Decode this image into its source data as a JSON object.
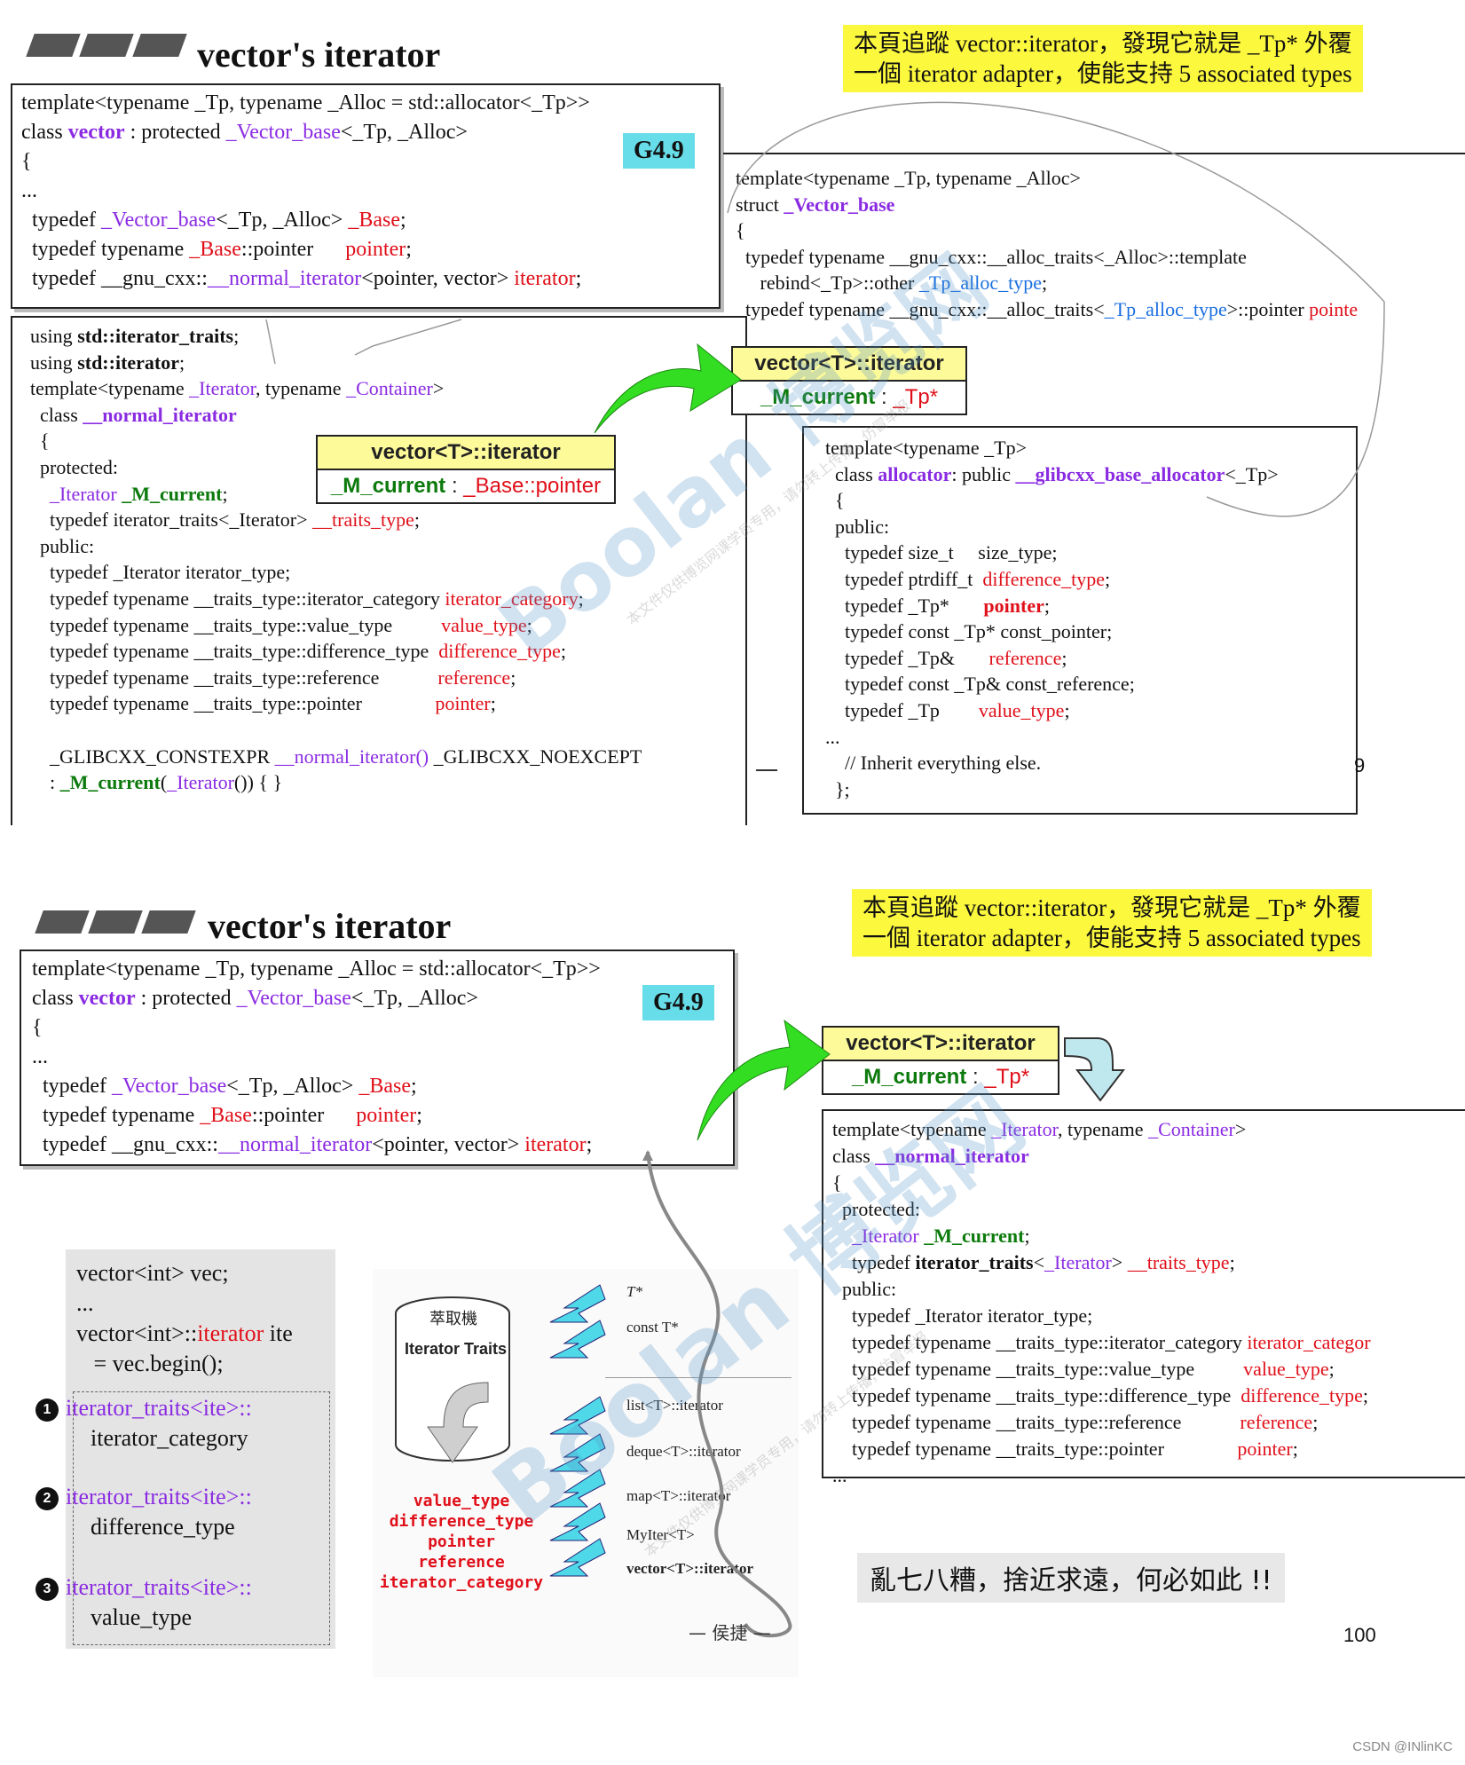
{
  "slide1": {
    "title": "vector's iterator",
    "note_line1": "本頁追蹤 vector::iterator，發現它就是 _Tp* 外覆",
    "note_line2": "一個 iterator adapter，使能支持 5 associated types",
    "badge": "G4.9",
    "vector_code": [
      "template<typename _Tp, typename _Alloc = std::allocator<_Tp>>",
      "class vector : protected _Vector_base<_Tp, _Alloc>",
      "{",
      "...",
      "  typedef _Vector_base<_Tp, _Alloc> _Base;",
      "  typedef typename _Base::pointer      pointer;",
      "  typedef __gnu_cxx::__normal_iterator<pointer, vector> iterator;"
    ],
    "vector_base_code": [
      "template<typename _Tp, typename _Alloc>",
      "struct _Vector_base",
      "{",
      "  typedef typename __gnu_cxx::__alloc_traits<_Alloc>::template",
      "     rebind<_Tp>::other _Tp_alloc_type;",
      "  typedef typename __gnu_cxx::__alloc_traits<_Tp_alloc_type>::pointer pointe"
    ],
    "normal_iterator_code": [
      "using std::iterator_traits;",
      "using std::iterator;",
      "template<typename _Iterator, typename _Container>",
      "  class __normal_iterator",
      "  {",
      "  protected:",
      "    _Iterator _M_current;",
      "    typedef iterator_traits<_Iterator> __traits_type;",
      "  public:",
      "    typedef _Iterator iterator_type;",
      "    typedef typename __traits_type::iterator_category iterator_category;",
      "    typedef typename __traits_type::value_type          value_type;",
      "    typedef typename __traits_type::difference_type  difference_type;",
      "    typedef typename __traits_type::reference            reference;",
      "    typedef typename __traits_type::pointer               pointer;",
      "",
      "    _GLIBCXX_CONSTEXPR __normal_iterator() _GLIBCXX_NOEXCEPT",
      "    : _M_current(_Iterator()) { }"
    ],
    "allocator_code": [
      "template<typename _Tp>",
      "  class allocator: public __glibcxx_base_allocator<_Tp>",
      "  {",
      "  public:",
      "    typedef size_t     size_type;",
      "    typedef ptrdiff_t  difference_type;",
      "    typedef _Tp*       pointer;",
      "    typedef const _Tp* const_pointer;",
      "    typedef _Tp&       reference;",
      "    typedef const _Tp& const_reference;",
      "    typedef _Tp        value_type;",
      "...",
      "    // Inherit everything else.",
      "  };"
    ],
    "iter_box_a_head": "vector<T>::iterator",
    "iter_box_a_body_field": "_M_current",
    "iter_box_a_body_type": "_Base::pointer",
    "iter_box_b_head": "vector<T>::iterator",
    "iter_box_b_body_field": "_M_current",
    "iter_box_b_body_type": "_Tp*",
    "page_fragment": "9"
  },
  "slide2": {
    "title": "vector's iterator",
    "note_line1": "本頁追蹤 vector::iterator，發現它就是 _Tp* 外覆",
    "note_line2": "一個 iterator adapter，使能支持 5 associated types",
    "badge": "G4.9",
    "vector_code": [
      "template<typename _Tp, typename _Alloc = std::allocator<_Tp>>",
      "class vector : protected _Vector_base<_Tp, _Alloc>",
      "{",
      "...",
      "  typedef _Vector_base<_Tp, _Alloc> _Base;",
      "  typedef typename _Base::pointer      pointer;",
      "  typedef __gnu_cxx::__normal_iterator<pointer, vector> iterator;"
    ],
    "iter_box_head": "vector<T>::iterator",
    "iter_box_body_field": "_M_current",
    "iter_box_body_type": "_Tp*",
    "normal_iterator_code": [
      "template<typename _Iterator, typename _Container>",
      "class __normal_iterator",
      "{",
      "  protected:",
      "    _Iterator _M_current;",
      "    typedef iterator_traits<_Iterator> __traits_type;",
      "  public:",
      "    typedef _Iterator iterator_type;",
      "    typedef typename __traits_type::iterator_category iterator_categor",
      "    typedef typename __traits_type::value_type          value_type;",
      "    typedef typename __traits_type::difference_type  difference_type;",
      "    typedef typename __traits_type::reference            reference;",
      "    typedef typename __traits_type::pointer               pointer;",
      "..."
    ],
    "usage_code": [
      "vector<int> vec;",
      "...",
      "vector<int>::iterator ite",
      "   = vec.begin();"
    ],
    "usage_items": [
      {
        "num": "1",
        "line1": "iterator_traits<ite>::",
        "line2": "iterator_category"
      },
      {
        "num": "2",
        "line1": "iterator_traits<ite>::",
        "line2": "difference_type"
      },
      {
        "num": "3",
        "line1": "iterator_traits<ite>::",
        "line2": "value_type"
      }
    ],
    "traits_machine_label": "萃取機",
    "traits_machine_title": "Iterator Traits",
    "traits_outputs": [
      "value_type",
      "difference_type",
      "pointer",
      "reference",
      "iterator_category"
    ],
    "traits_inputs": [
      "T*",
      "const T*",
      "list<T>::iterator",
      "deque<T>::iterator",
      "map<T>::iterator",
      "MyIter<T>",
      "vector<T>::iterator"
    ],
    "caption": "— 侯捷 —",
    "blurb": "亂七八糟，捨近求遠，何必如此 !!",
    "page_number": "100"
  },
  "watermark": {
    "big": "Boolan 博览网",
    "small": "本文件仅供博览网课学员专用，请勿转上传播，仿冒举报"
  },
  "footer_text": "CSDN @INlinKC",
  "colors": {
    "note_bg": "#fcf83e",
    "badge_bg": "#66dde8",
    "keyword_purple": "#8a2be2",
    "type_red": "#e0101a",
    "type_blue": "#1a6fe0",
    "arrow_green": "#33dd22",
    "arrow_cyan": "#4fd8e8"
  }
}
